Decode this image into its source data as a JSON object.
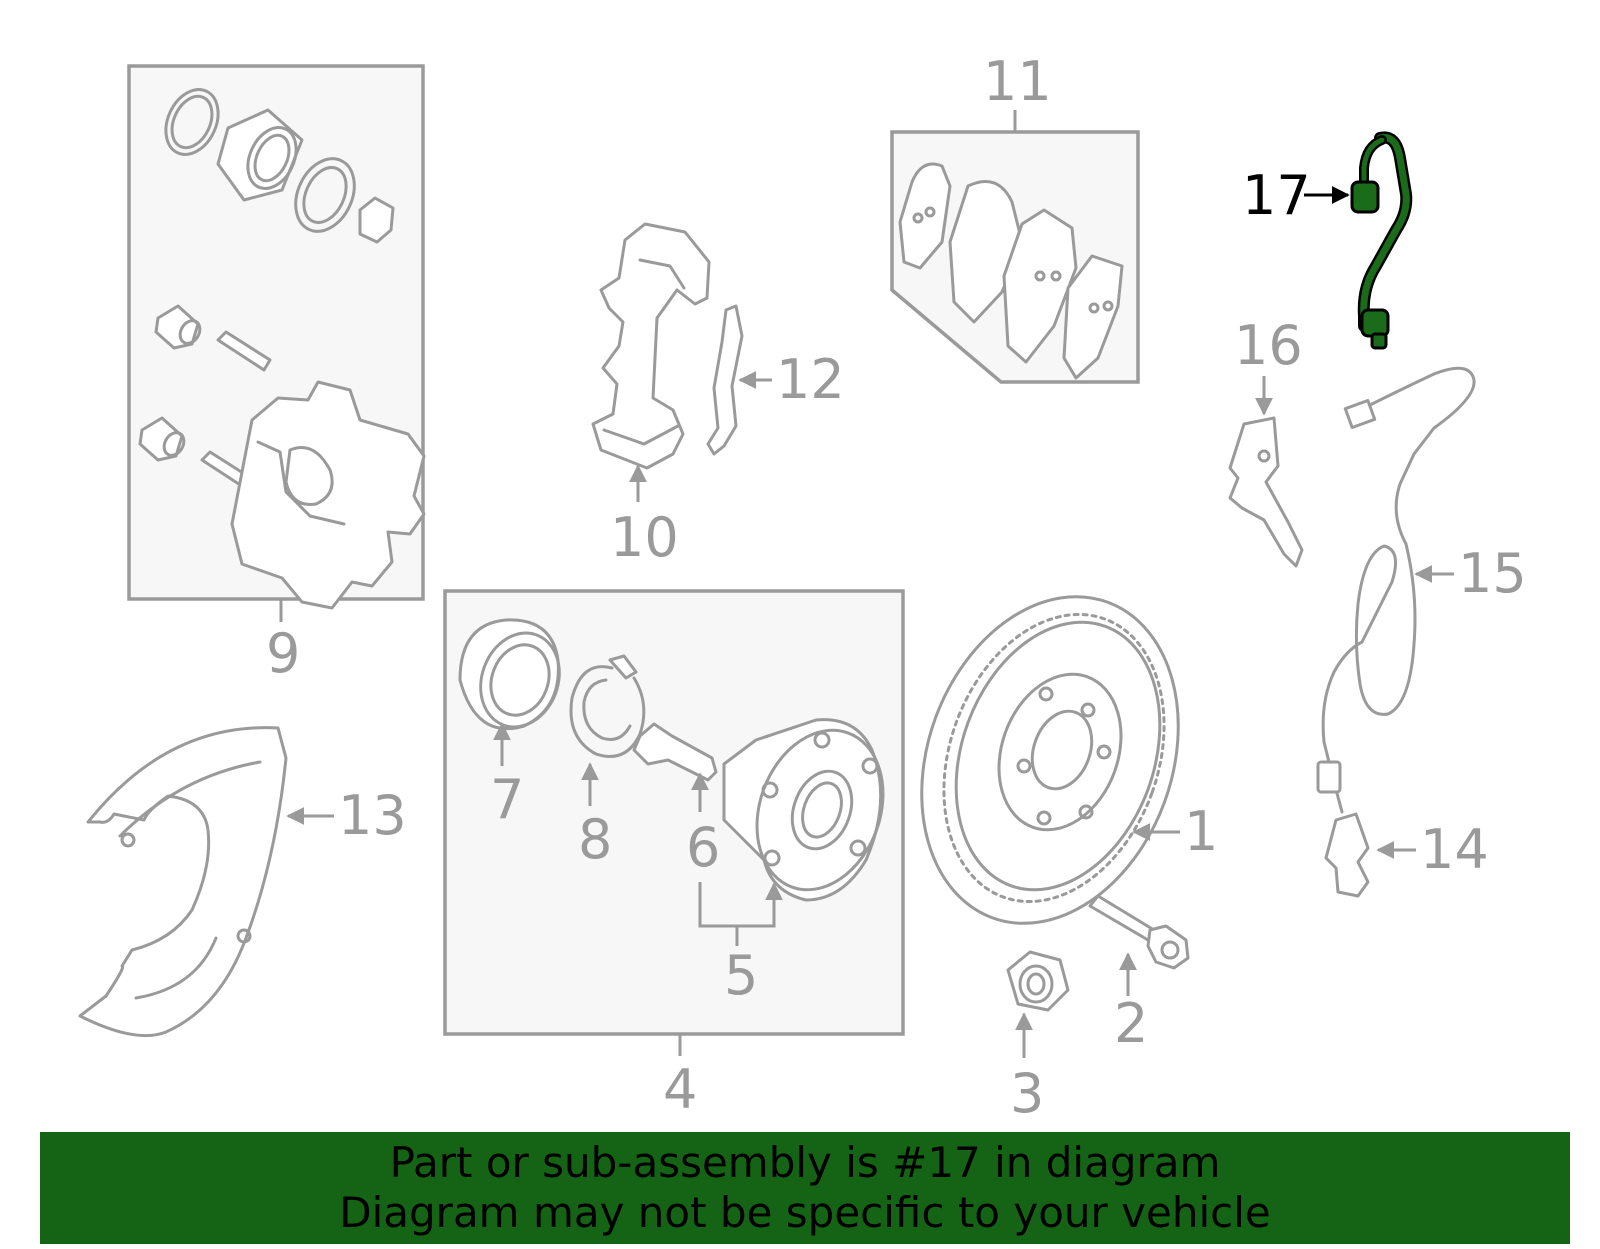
{
  "highlight_color": "#1a6b1a",
  "banner_color": "#156315",
  "callouts": {
    "c1": "1",
    "c2": "2",
    "c3": "3",
    "c4": "4",
    "c5": "5",
    "c6": "6",
    "c7": "7",
    "c8": "8",
    "c9": "9",
    "c10": "10",
    "c11": "11",
    "c12": "12",
    "c13": "13",
    "c14": "14",
    "c15": "15",
    "c16": "16",
    "c17": "17"
  },
  "banner": {
    "line1": "Part or sub-assembly is #17 in diagram",
    "line2": "Diagram may not be specific to your vehicle"
  }
}
